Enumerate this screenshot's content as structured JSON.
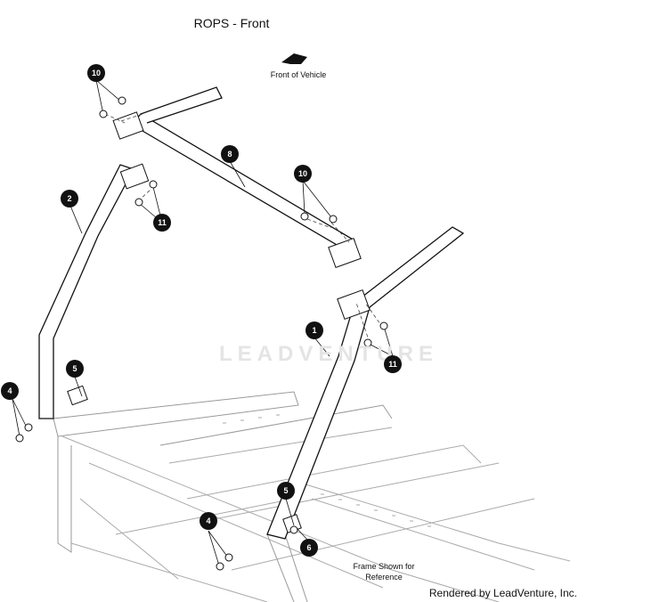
{
  "title": "ROPS - Front",
  "front_label": "Front of Vehicle",
  "watermark": "LEADVENTURE",
  "frame_note_line1": "Frame Shown for",
  "frame_note_line2": "Reference",
  "credit": "Rendered by LeadVenture, Inc.",
  "callouts": {
    "c10a": "10",
    "c10b": "10",
    "c8": "8",
    "c2": "2",
    "c11a": "11",
    "c11b": "11",
    "c1": "1",
    "c5a": "5",
    "c5b": "5",
    "c4a": "4",
    "c4b": "4",
    "c6": "6"
  }
}
